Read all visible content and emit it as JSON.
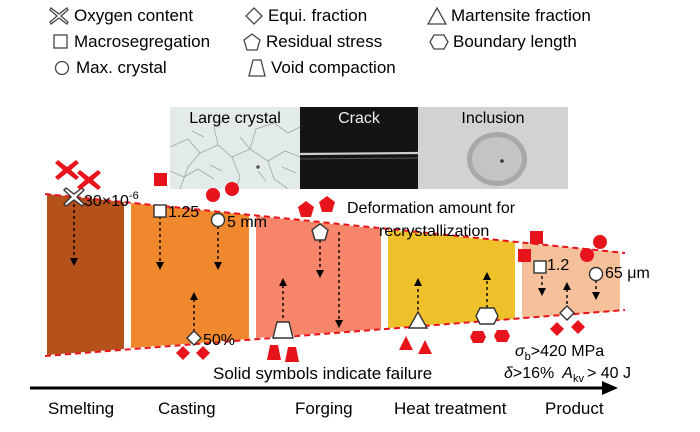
{
  "legend": {
    "oxygen": "Oxygen content",
    "equi": "Equi. fraction",
    "martensite": "Martensite fraction",
    "macroseg": "Macrosegregation",
    "residual": "Residual stress",
    "boundary": "Boundary length",
    "crystal": "Max. crystal",
    "void": "Void compaction"
  },
  "photos": {
    "large_crystal": "Large crystal",
    "crack": "Crack",
    "inclusion": "Inclusion"
  },
  "values": {
    "oxygen": "30×10",
    "oxygen_exp": "-6",
    "macroseg": "1.25",
    "crystal": "5 mm",
    "equi": "50%",
    "product_macroseg": "1.2",
    "product_crystal": "65 μm"
  },
  "notes": {
    "deformation_line1": "Deformation amount for",
    "deformation_line2": "recrystallization",
    "solid_symbols": "Solid symbols indicate failure"
  },
  "product_spec": {
    "sigma": "σ",
    "sigma_sub": "b",
    "sigma_value": ">420 MPa",
    "delta": "δ",
    "delta_value": ">16%",
    "akv": "A",
    "akv_sub": "kv",
    "akv_value": "> 40 J"
  },
  "stages": [
    "Smelting",
    "Casting",
    "Forging",
    "Heat treatment",
    "Product"
  ],
  "colors": {
    "smelting": "#b5521c",
    "casting": "#f0882e",
    "forging": "#f6856a",
    "heat_treatment": "#eec12a",
    "product": "#f6c19a",
    "failure_red": "#e8141c",
    "boundary_dash": "#e8141c"
  }
}
